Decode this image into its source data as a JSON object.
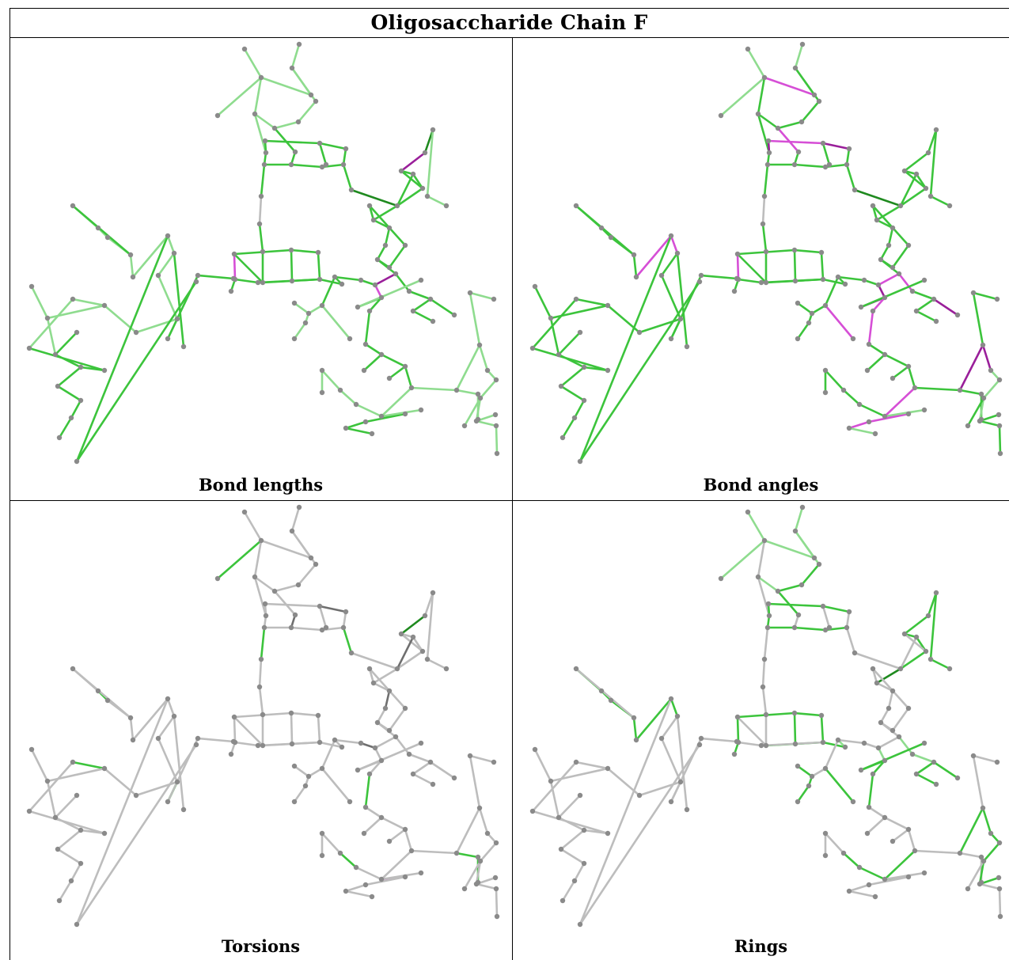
{
  "title": "Oligosaccharide Chain F",
  "panels": [
    {
      "key": "bond_lengths",
      "caption": "Bond lengths"
    },
    {
      "key": "bond_angles",
      "caption": "Bond angles"
    },
    {
      "key": "torsions",
      "caption": "Torsions"
    },
    {
      "key": "rings",
      "caption": "Rings"
    }
  ],
  "colors": {
    "green": "#3cc43c",
    "light_green": "#8fdc8f",
    "dark_green": "#1f8a1f",
    "magenta": "#d64fd6",
    "dark_magenta": "#9a1f9a",
    "gray": "#bdbdbd",
    "dark_gray": "#6f6f6f",
    "atom": "#8a8a8a"
  }
}
